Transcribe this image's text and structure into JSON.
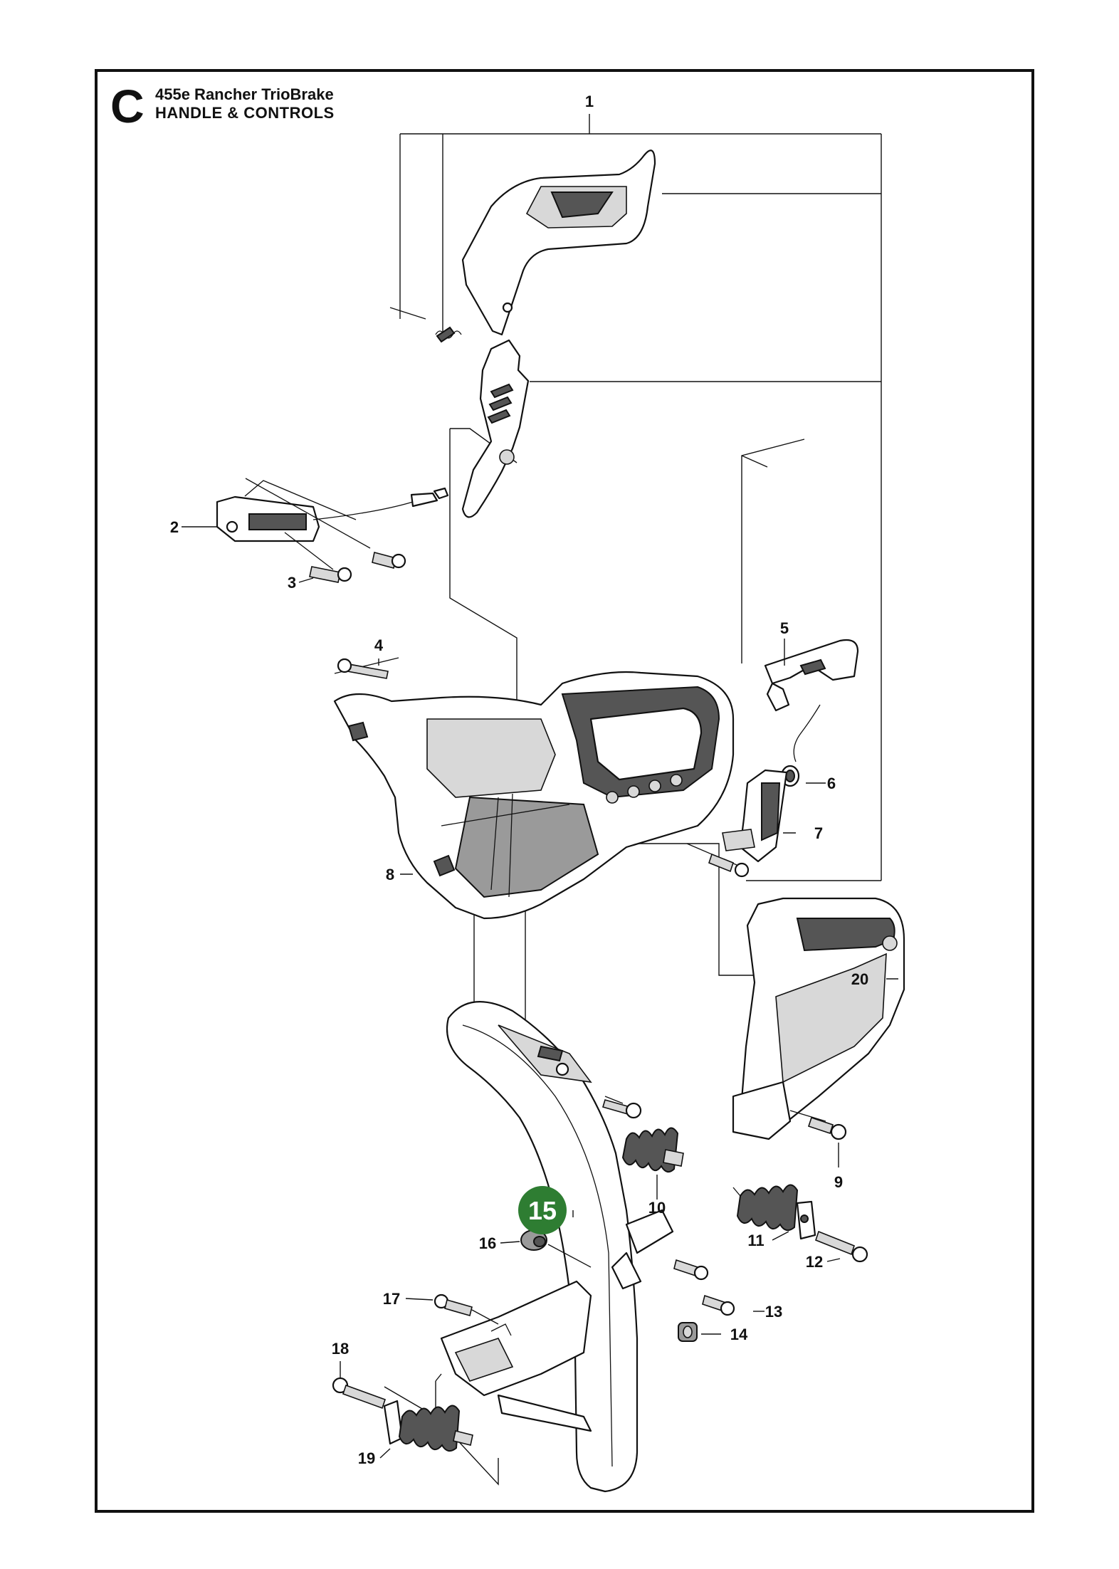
{
  "header": {
    "section_letter": "C",
    "model": "455e Rancher TrioBrake",
    "subtitle": "HANDLE & CONTROLS"
  },
  "callouts": [
    "1",
    "2",
    "3",
    "4",
    "5",
    "6",
    "7",
    "8",
    "9",
    "10",
    "11",
    "12",
    "13",
    "14",
    "15",
    "16",
    "17",
    "18",
    "19",
    "20"
  ],
  "highlight": {
    "label": "15",
    "color": "#2e7d32"
  }
}
